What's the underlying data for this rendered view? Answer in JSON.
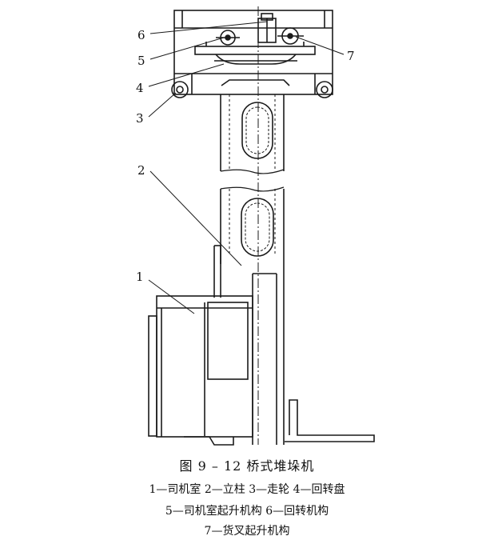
{
  "figure": {
    "callouts": [
      "6",
      "5",
      "4",
      "3",
      "2",
      "7",
      "1"
    ],
    "title": "图 9 – 12    桥式堆垛机",
    "legend_lines": [
      "1—司机室   2—立柱   3—走轮   4—回转盘",
      "5—司机室起升机构   6—回转机构",
      "7—货叉起升机构"
    ]
  },
  "colors": {
    "line": "#1a1a1a",
    "background": "#ffffff"
  }
}
